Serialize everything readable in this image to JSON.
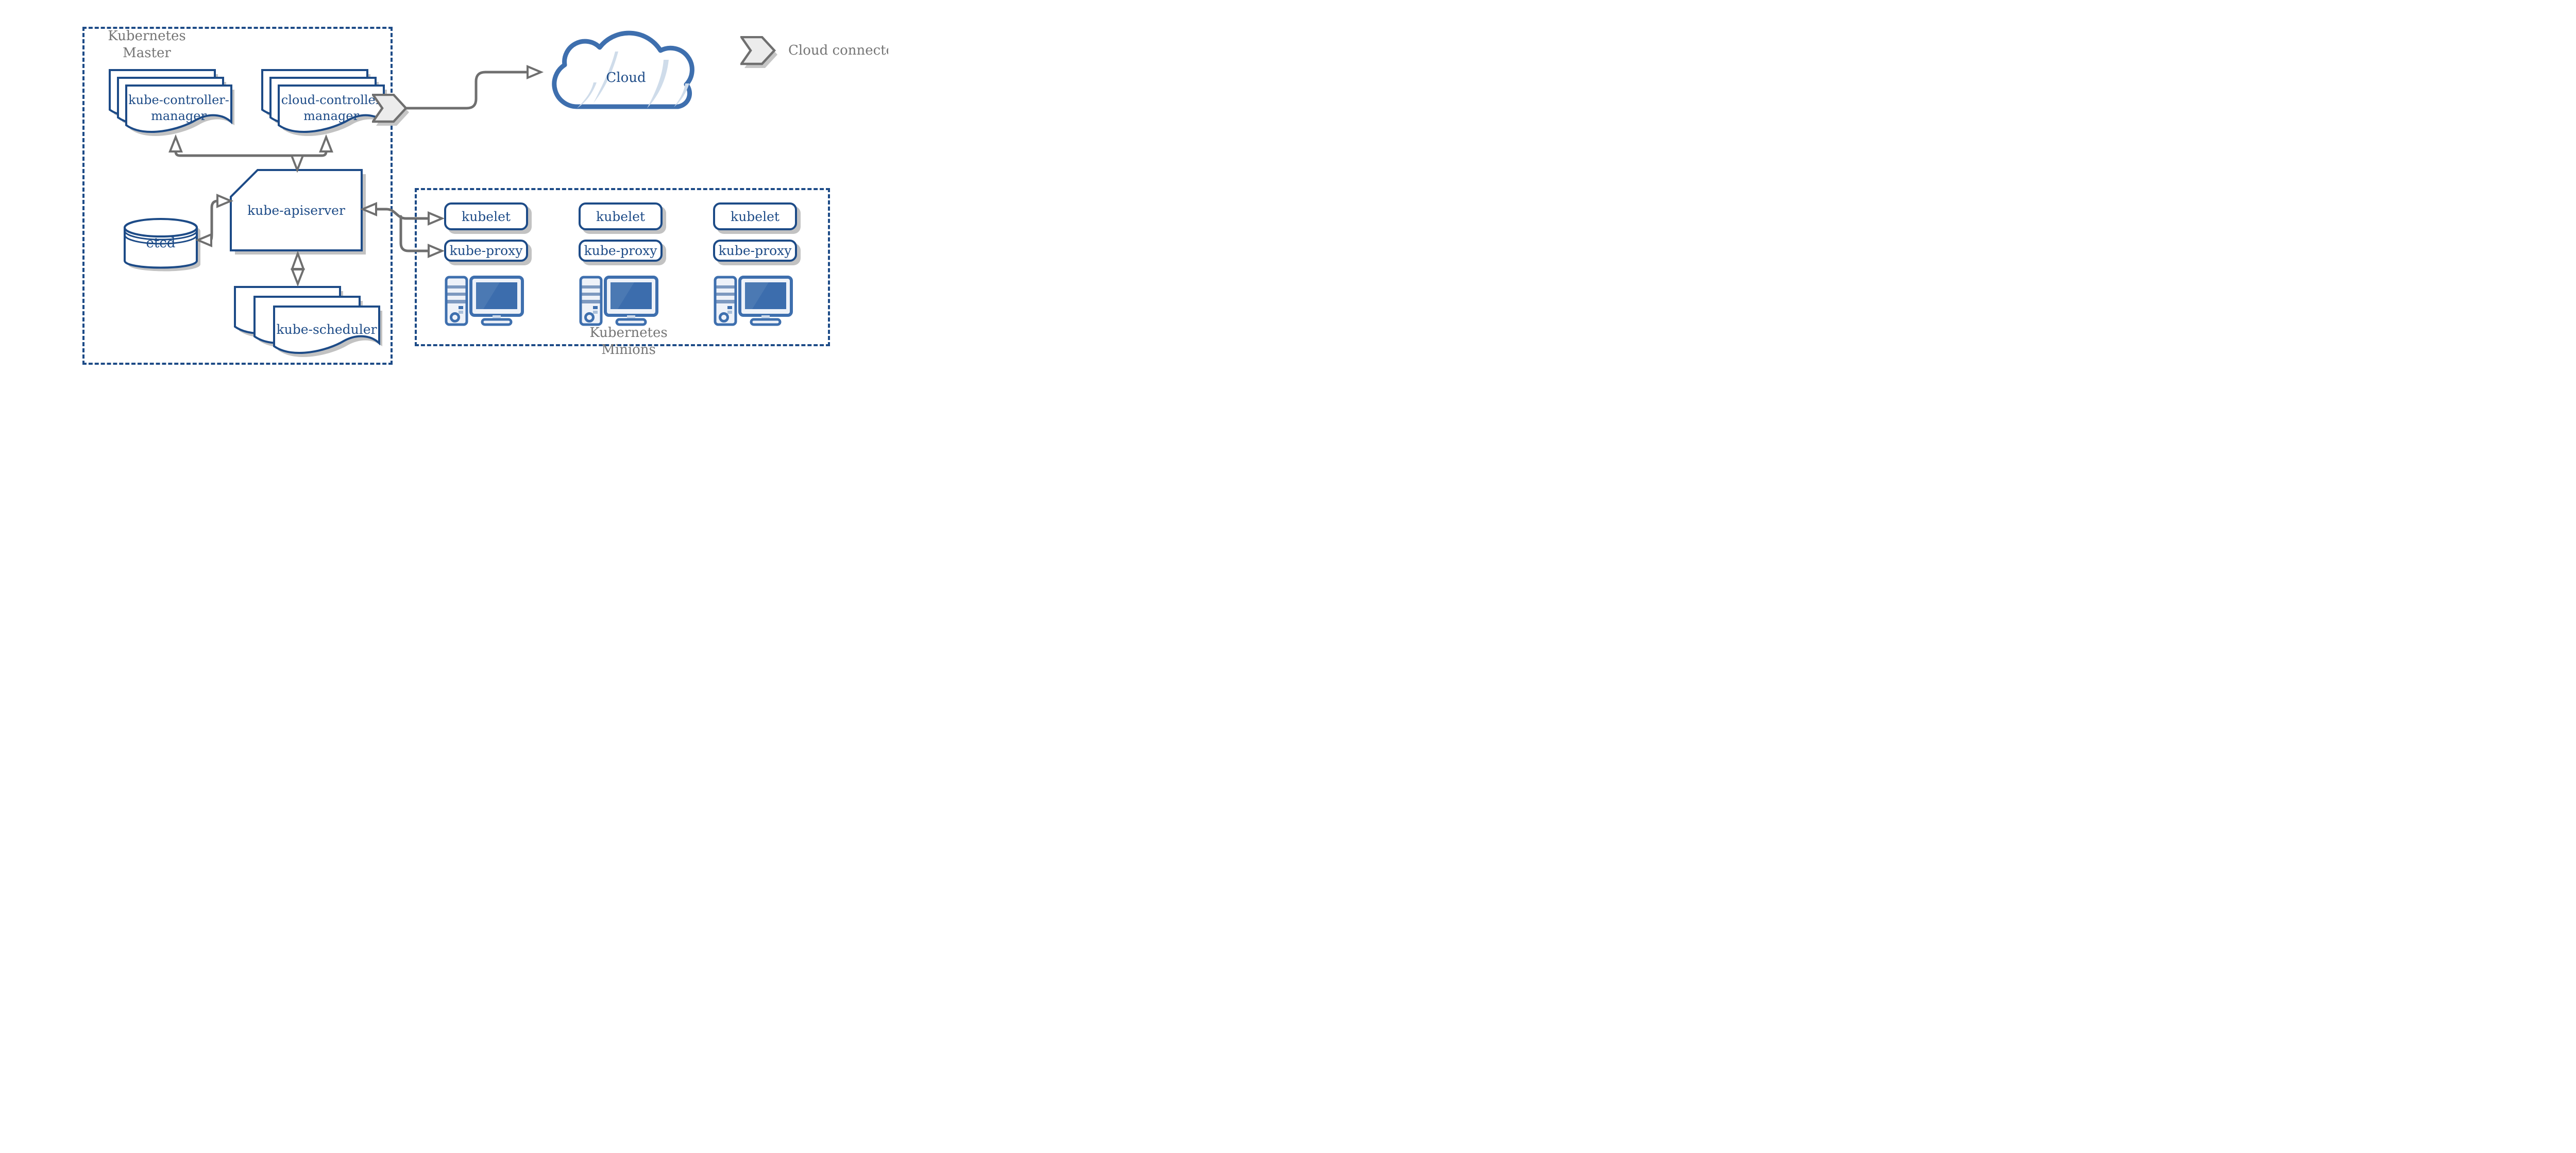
{
  "colors": {
    "primary_blue": "#1d4b87",
    "cloud_outline_blue": "#3e6fae",
    "accent_light_blue": "#cfdcea",
    "screen_blue": "#3c6dad",
    "arrow_gray": "#6f6f6f",
    "title_text_gray": "#757575",
    "shadow_gray": "#c2c2c2"
  },
  "icons": {
    "cloud-connector-icon": "gray chevron arrow shape",
    "document-stack-icon": "three stacked documents with wavy bottom",
    "database-cylinder-icon": "cylinder with stacked rings",
    "workstation-icon": "tower pc with monitor",
    "cloud-icon": "outlined cloud with light blue slivers"
  },
  "master": {
    "title_lines": [
      "Kubernetes",
      "Master"
    ],
    "components": {
      "kube_controller_manager": {
        "shape": "document-stack",
        "label_lines": [
          "kube-controller-",
          "manager"
        ]
      },
      "cloud_controller_manager": {
        "shape": "document-stack",
        "label_lines": [
          "cloud-controller",
          "manager"
        ]
      },
      "kube_apiserver": {
        "shape": "card",
        "label": "kube-apiserver"
      },
      "etcd": {
        "shape": "database-cylinder",
        "label": "etcd"
      },
      "kube_scheduler": {
        "shape": "document-stack",
        "label": "kube-scheduler"
      }
    }
  },
  "cloud": {
    "label": "Cloud"
  },
  "legend": {
    "items": [
      {
        "icon": "cloud-connector-icon",
        "label": "Cloud connector"
      }
    ]
  },
  "minions": {
    "title_lines": [
      "Kubernetes",
      "Minions"
    ],
    "nodes": [
      {
        "services": [
          "kubelet",
          "kube-proxy"
        ],
        "icon": "workstation-icon"
      },
      {
        "services": [
          "kubelet",
          "kube-proxy"
        ],
        "icon": "workstation-icon"
      },
      {
        "services": [
          "kubelet",
          "kube-proxy"
        ],
        "icon": "workstation-icon"
      }
    ]
  },
  "connections": [
    {
      "from": "kube-controller-manager",
      "to": "kube-apiserver",
      "bidirectional": true
    },
    {
      "from": "cloud-controller-manager",
      "to": "kube-apiserver",
      "bidirectional": true
    },
    {
      "from": "kube-apiserver",
      "to": "etcd",
      "bidirectional": true
    },
    {
      "from": "kube-apiserver",
      "to": "kube-scheduler",
      "bidirectional": true
    },
    {
      "from": "kube-apiserver",
      "to": "kubelet",
      "bidirectional": true
    },
    {
      "from": "kube-apiserver",
      "to": "kube-proxy",
      "bidirectional": false
    },
    {
      "from": "cloud-controller-manager",
      "to": "Cloud",
      "via": "cloud-connector",
      "bidirectional": false
    }
  ]
}
